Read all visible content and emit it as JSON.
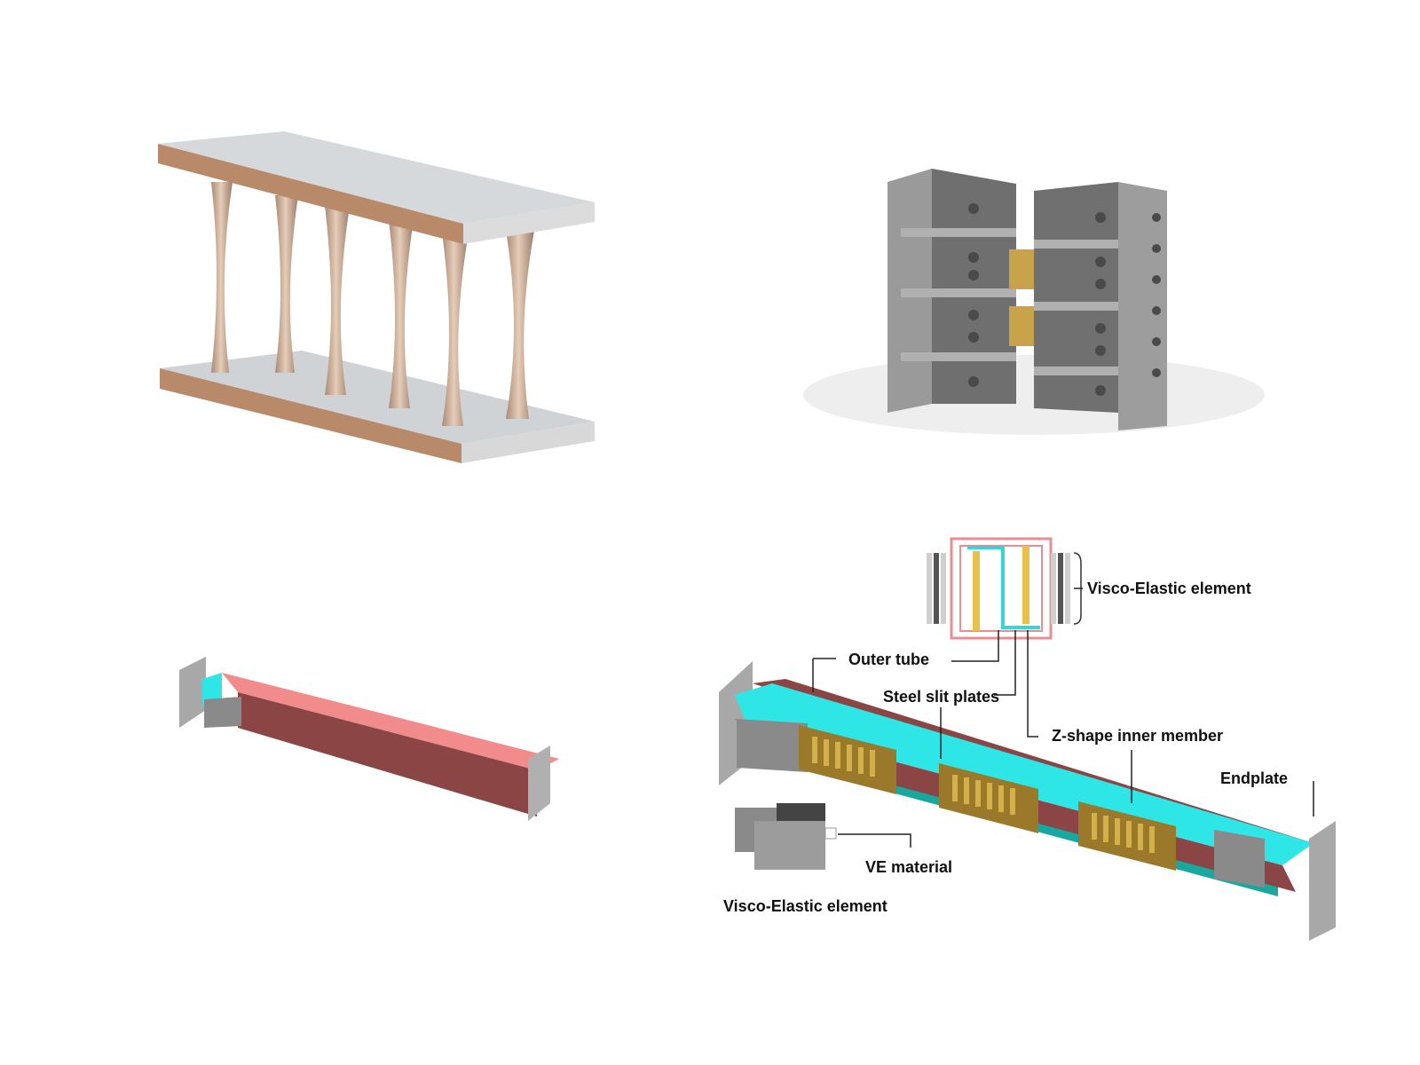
{
  "labels": {
    "visco_elastic_top": "Visco-Elastic element",
    "outer_tube": "Outer tube",
    "steel_slit_plates": "Steel slit plates",
    "z_shape_inner_member": "Z-shape inner member",
    "endplate": "Endplate",
    "ve_material": "VE material",
    "visco_elastic_bottom": "Visco-Elastic element"
  },
  "colors": {
    "outer_tube_pink": "#f28c8c",
    "outer_tube_dark": "#8b4545",
    "inner_cyan": "#2ee6e6",
    "inner_teal": "#19a8a0",
    "slit_plate": "#b8902a",
    "steel_gray": "#8a8a8a"
  }
}
